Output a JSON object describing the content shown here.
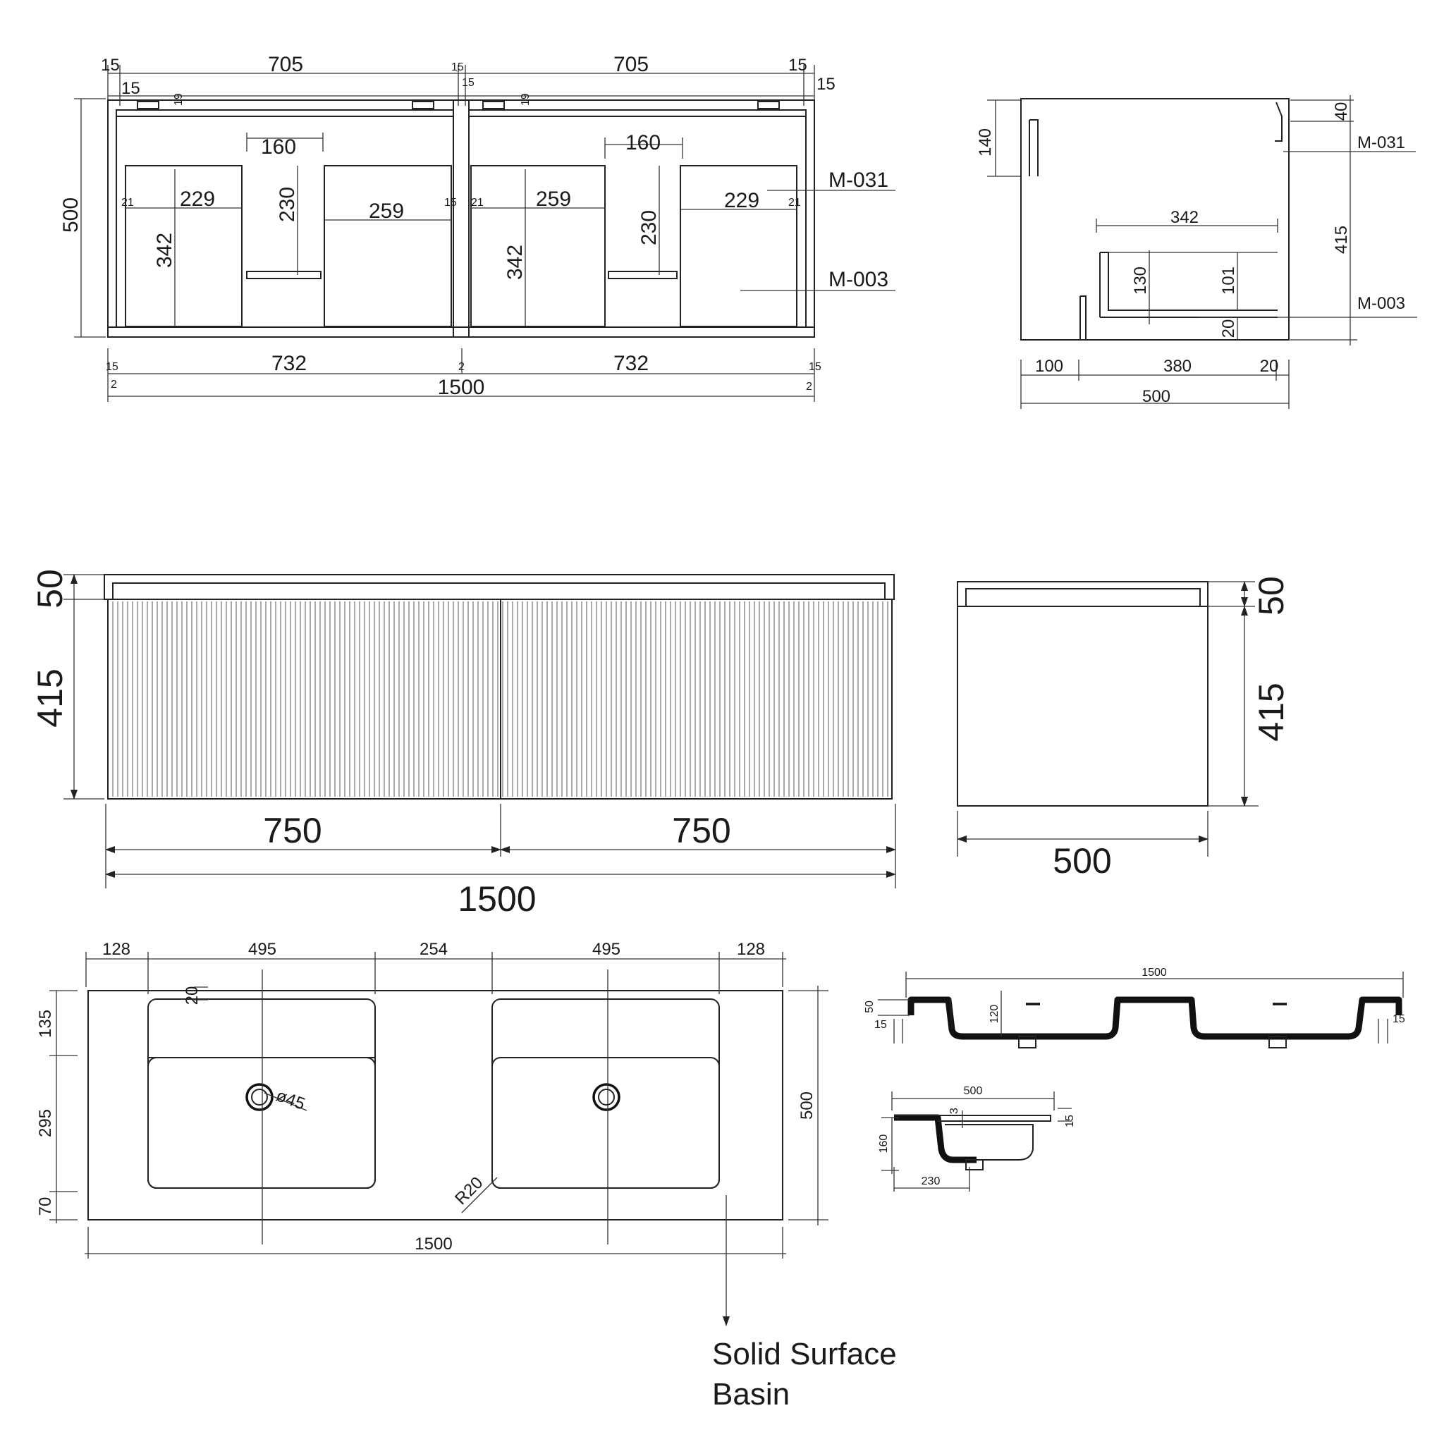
{
  "top_plan": {
    "bay_widths": [
      "705",
      "705"
    ],
    "gap_labels": [
      "15",
      "15",
      "15",
      "15",
      "15",
      "15"
    ],
    "gap_labels_lower": [
      "15",
      "15"
    ],
    "post_labels": [
      "19",
      "19"
    ],
    "height": "500",
    "drawer_gap": [
      "160",
      "160"
    ],
    "inner_widths": [
      "229",
      "259",
      "259",
      "229"
    ],
    "inner_heights": [
      "342",
      "342"
    ],
    "divider_heights": [
      "230",
      "230"
    ],
    "side_gaps": [
      "21",
      "15",
      "21",
      "21"
    ],
    "bottom_widths": [
      "732",
      "732"
    ],
    "bottom_gaps": [
      "15",
      "2",
      "15",
      "2",
      "2"
    ],
    "overall": "1500",
    "tags": [
      "M-031",
      "M-003"
    ]
  },
  "side_section": {
    "dims": [
      "140",
      "40",
      "342",
      "415",
      "130",
      "101",
      "20"
    ],
    "bottom_dims": [
      "100",
      "380",
      "20"
    ],
    "overall": "500",
    "tags": [
      "M-031",
      "M-003"
    ]
  },
  "front_elevation": {
    "top_height": "50",
    "door_height": "415",
    "door_widths": [
      "750",
      "750"
    ],
    "overall": "1500"
  },
  "side_elevation": {
    "top_height": "50",
    "height": "415",
    "depth": "500"
  },
  "basin_plan": {
    "top_dims": [
      "128",
      "495",
      "254",
      "495",
      "128"
    ],
    "left_dims": [
      "135",
      "295",
      "70"
    ],
    "lip": "20",
    "waste": "ø45",
    "radius": "R20",
    "depth": "500",
    "overall": "1500"
  },
  "basin_section": {
    "overall": "1500",
    "dims": [
      "50",
      "15",
      "120",
      "15"
    ]
  },
  "basin_side": {
    "overall": "500",
    "dims": [
      "3",
      "15",
      "160",
      "230"
    ]
  },
  "caption": {
    "line1": "Solid Surface",
    "line2": "Basin"
  }
}
